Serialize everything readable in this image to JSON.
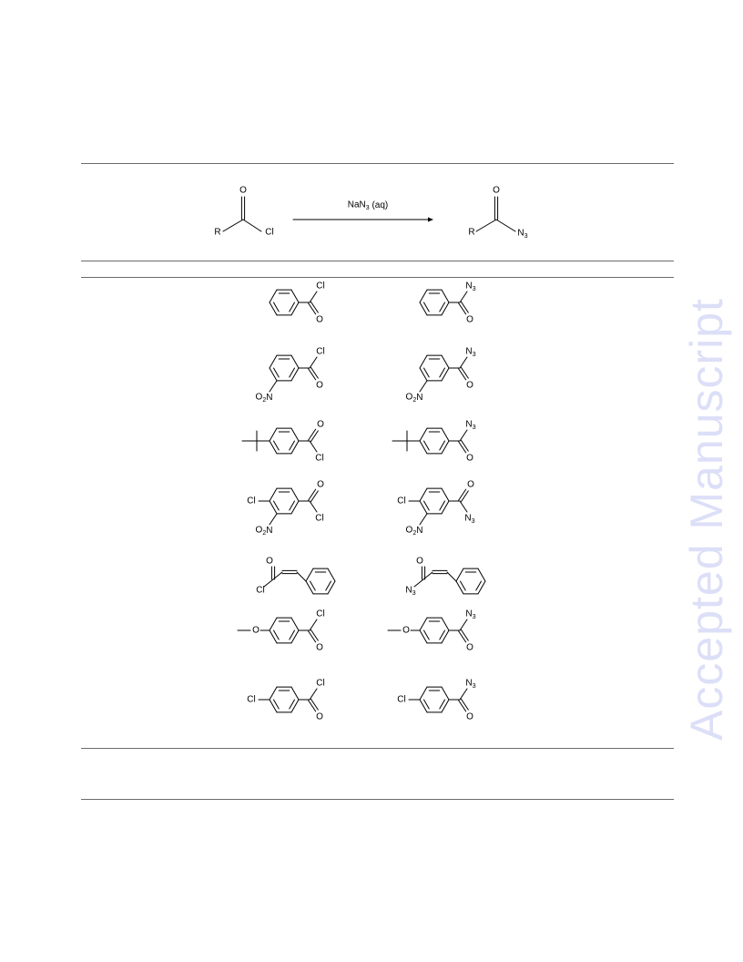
{
  "watermark": "Accepted Manuscript",
  "scheme": {
    "reagent": "NaN3 (aq)",
    "reactant": "RC(=O)Cl",
    "product": "RC(=O)N3"
  },
  "table": {
    "rows": [
      {
        "reactant": "benzoyl chloride",
        "product": "benzoyl azide"
      },
      {
        "reactant": "3-nitrobenzoyl chloride",
        "product": "3-nitrobenzoyl azide"
      },
      {
        "reactant": "4-tert-butylbenzoyl chloride",
        "product": "4-tert-butylbenzoyl azide"
      },
      {
        "reactant": "4-chloro-3-nitrobenzoyl chloride",
        "product": "4-chloro-3-nitrobenzoyl azide"
      },
      {
        "reactant": "cinnamoyl chloride",
        "product": "cinnamoyl azide"
      },
      {
        "reactant": "4-methoxybenzoyl chloride",
        "product": "4-methoxybenzoyl azide"
      },
      {
        "reactant": "4-chlorobenzoyl chloride",
        "product": "4-chlorobenzoyl azide"
      }
    ]
  },
  "atoms": {
    "R": "R",
    "Cl": "Cl",
    "O": "O",
    "N": "N",
    "sub2": "2",
    "sub3": "3"
  }
}
